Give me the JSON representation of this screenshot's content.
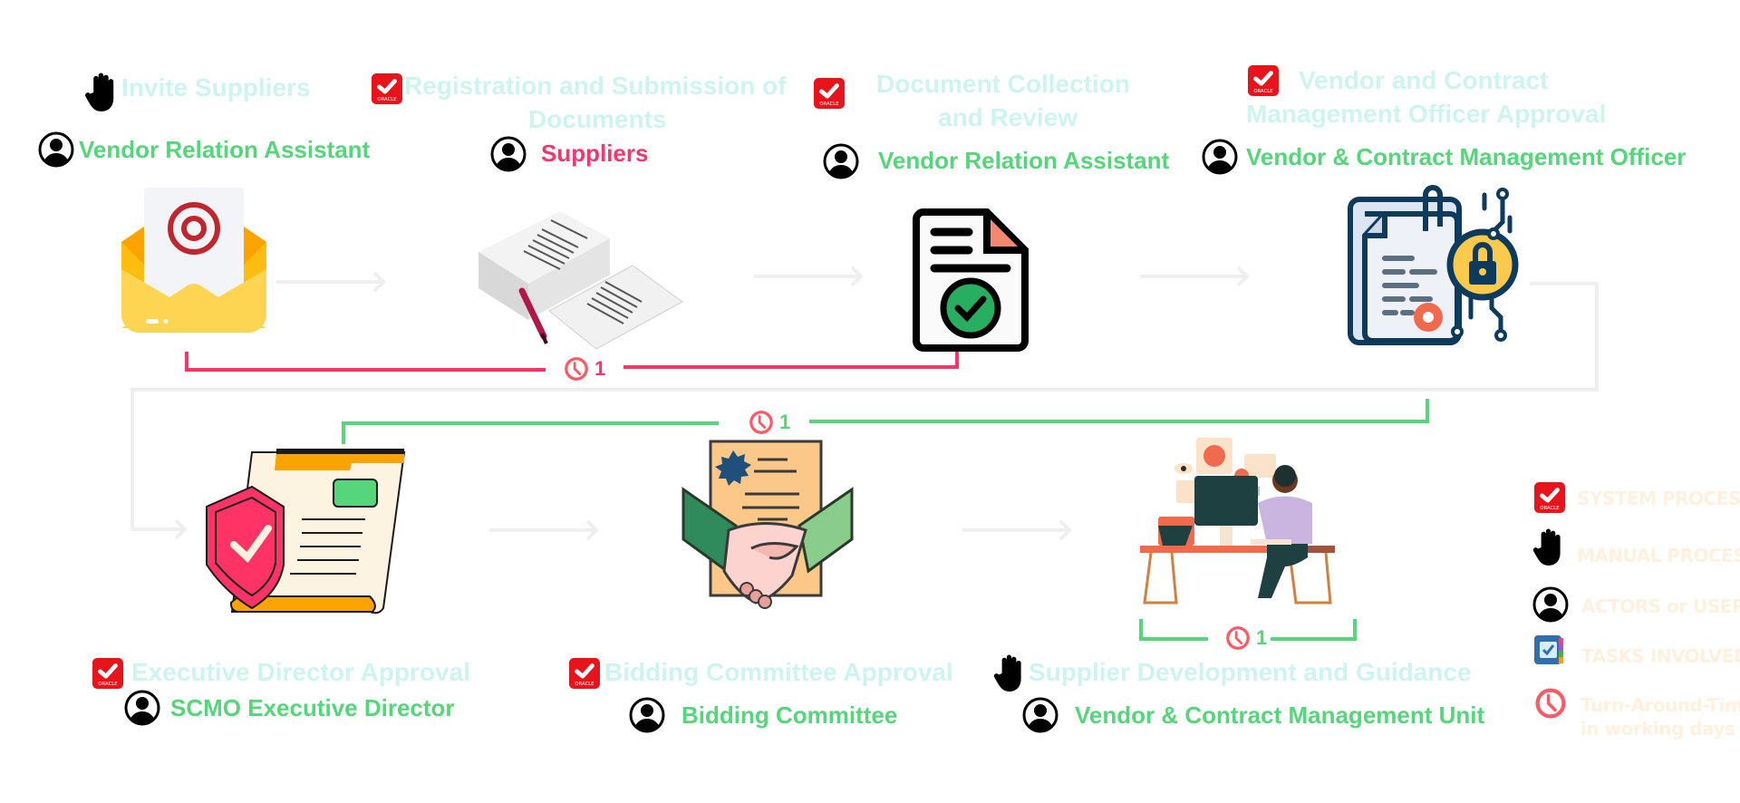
{
  "diagram": {
    "type": "process-flow",
    "colors": {
      "step_title": "#cdf5ee",
      "actor_text": "#55d67a",
      "actor_text_highlight": "#f5366a",
      "connector_red": "#ff3366",
      "connector_green": "#55d67a",
      "flow_arrow": "#efefef",
      "clock": "#ff5a66",
      "legend_text": "#fff1de"
    },
    "steps": [
      {
        "title": "Invite Suppliers",
        "process_icon": "hand-icon",
        "process_type": "manual",
        "actor": "Vendor Relation Assistant",
        "illustration": "email-envelope-illustration"
      },
      {
        "title_line1": "Registration and Submission of",
        "title_line2": "Documents",
        "process_icon": "oracle-check-icon",
        "process_type": "system",
        "actor": "Suppliers",
        "illustration": "document-stack-illustration"
      },
      {
        "title_line1": "Document Collection",
        "title_line2": "and Review",
        "process_icon": "oracle-check-icon",
        "process_type": "system",
        "actor": "Vendor Relation Assistant",
        "illustration": "approved-document-illustration"
      },
      {
        "title_line1": "Vendor and Contract",
        "title_line2": "Management Officer Approval",
        "process_icon": "oracle-check-icon",
        "process_type": "system",
        "actor": "Vendor & Contract Management Officer",
        "illustration": "secure-document-illustration"
      },
      {
        "title": "Executive Director Approval",
        "process_icon": "oracle-check-icon",
        "process_type": "system",
        "actor": "SCMO Executive Director",
        "illustration": "shield-document-illustration"
      },
      {
        "title": "Bidding Committee Approval",
        "process_icon": "oracle-check-icon",
        "process_type": "system",
        "actor": "Bidding Committee",
        "illustration": "handshake-contract-illustration"
      },
      {
        "title": "Supplier Development and Guidance",
        "process_icon": "hand-icon",
        "process_type": "manual",
        "actor": "Vendor & Contract Management Unit",
        "illustration": "person-at-desk-illustration"
      }
    ],
    "turnaround": [
      {
        "from_step": 1,
        "to_step": 3,
        "days": "1",
        "color": "red"
      },
      {
        "from_step": 4,
        "to_step": 5,
        "days": "1",
        "color": "green"
      },
      {
        "step": 7,
        "days": "1",
        "color": "green"
      }
    ],
    "oracle_badge_text": "ORACLE",
    "legend": [
      {
        "icon": "oracle-check-icon",
        "label": "SYSTEM PROCESS"
      },
      {
        "icon": "hand-icon",
        "label": "MANUAL PROCESS"
      },
      {
        "icon": "user-circle-icon",
        "label": "ACTORS or USERS"
      },
      {
        "icon": "task-calendar-icon",
        "label": "TASKS INVOLVED"
      },
      {
        "icon": "clock-icon",
        "label_line1": "Turn-Around-Time",
        "label_line2": "in working days"
      }
    ]
  }
}
